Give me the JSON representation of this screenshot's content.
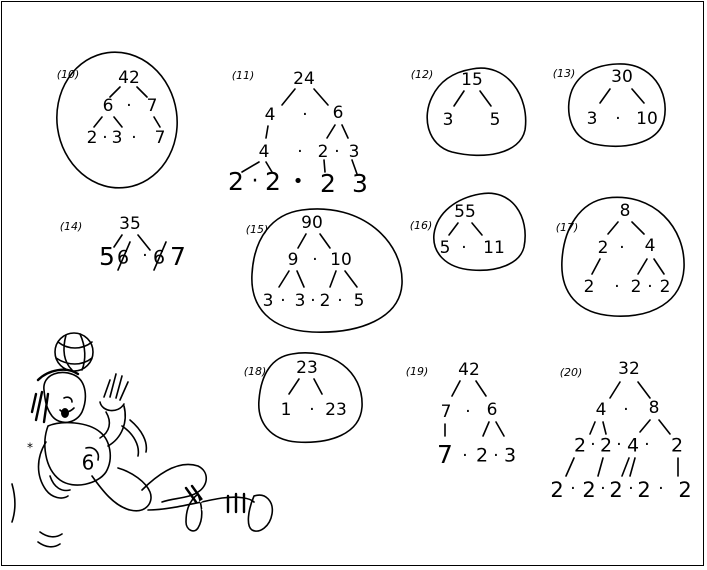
{
  "worksheet": {
    "problems": [
      {
        "number": "(10)",
        "rows": [
          [
            "42"
          ],
          [
            "6",
            "·",
            "7"
          ],
          [
            "2",
            "·",
            "3",
            "·",
            "7"
          ]
        ]
      },
      {
        "number": "(11)",
        "rows": [
          [
            "24"
          ],
          [
            "4",
            "·",
            "6"
          ],
          [
            "4",
            "·",
            "2",
            "·",
            "3"
          ],
          [
            "2",
            "·",
            "2",
            "•",
            "2",
            "3"
          ]
        ]
      },
      {
        "number": "(12)",
        "rows": [
          [
            "15"
          ],
          [
            "3",
            "5"
          ]
        ]
      },
      {
        "number": "(13)",
        "rows": [
          [
            "30"
          ],
          [
            "3",
            "·",
            "10"
          ]
        ]
      },
      {
        "number": "(14)",
        "rows": [
          [
            "35"
          ],
          [
            "5",
            "6",
            "·",
            "6",
            "7"
          ]
        ]
      },
      {
        "number": "(15)",
        "rows": [
          [
            "90"
          ],
          [
            "9",
            "·",
            "10"
          ],
          [
            "3",
            "·",
            "3",
            "·",
            "2",
            "·",
            "5"
          ]
        ]
      },
      {
        "number": "(16)",
        "rows": [
          [
            "55"
          ],
          [
            "5",
            "·",
            "11"
          ]
        ]
      },
      {
        "number": "(17)",
        "rows": [
          [
            "8"
          ],
          [
            "2",
            "·",
            "4"
          ],
          [
            "2",
            "·",
            "2",
            "·",
            "2"
          ]
        ]
      },
      {
        "number": "(18)",
        "rows": [
          [
            "23"
          ],
          [
            "1",
            "·",
            "23"
          ]
        ]
      },
      {
        "number": "(19)",
        "rows": [
          [
            "42"
          ],
          [
            "7",
            "·",
            "6"
          ],
          [
            "7",
            "·",
            "2",
            "·",
            "3"
          ]
        ]
      },
      {
        "number": "(20)",
        "rows": [
          [
            "32"
          ],
          [
            "4",
            "·",
            "8"
          ],
          [
            "2",
            "·",
            "2",
            "·",
            "4",
            "·",
            "2"
          ],
          [
            "2",
            "·",
            "2",
            "·",
            "2",
            "·",
            "2",
            "·",
            "2"
          ]
        ]
      }
    ],
    "illustration": {
      "jersey_number": "6",
      "star_mark": "*"
    }
  }
}
